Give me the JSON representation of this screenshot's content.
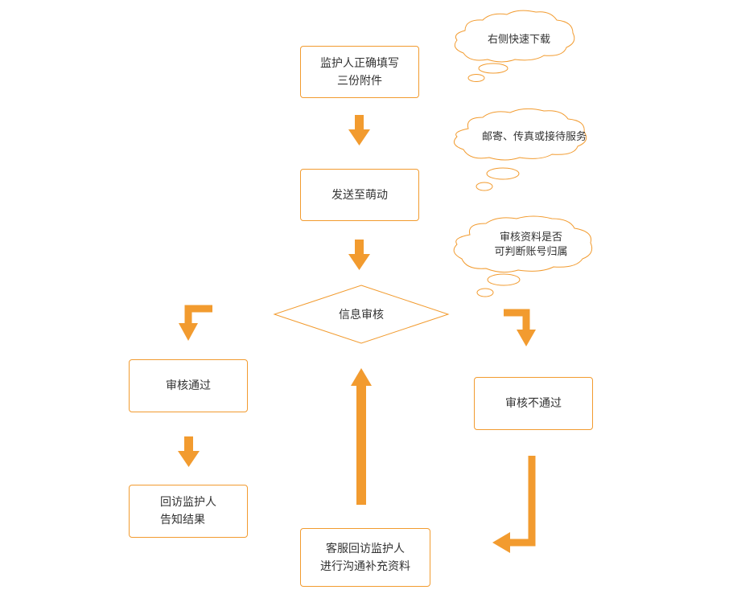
{
  "colors": {
    "accent": "#f29b2f",
    "text": "#333333"
  },
  "nodes": {
    "fill_attachments": [
      "监护人正确填写",
      "三份附件"
    ],
    "send": [
      "发送至萌动"
    ],
    "review": "信息审核",
    "approved": [
      "审核通过"
    ],
    "rejected": [
      "审核不通过"
    ],
    "notify": [
      "回访监护人",
      "告知结果"
    ],
    "service": [
      "客服回访监护人",
      "进行沟通补充资料"
    ]
  },
  "notes": {
    "fast_download": [
      "右侧快速下载"
    ],
    "delivery": [
      "邮寄、传真或接待服务"
    ],
    "check": [
      "审核资料是否",
      "可判断账号归属"
    ]
  }
}
